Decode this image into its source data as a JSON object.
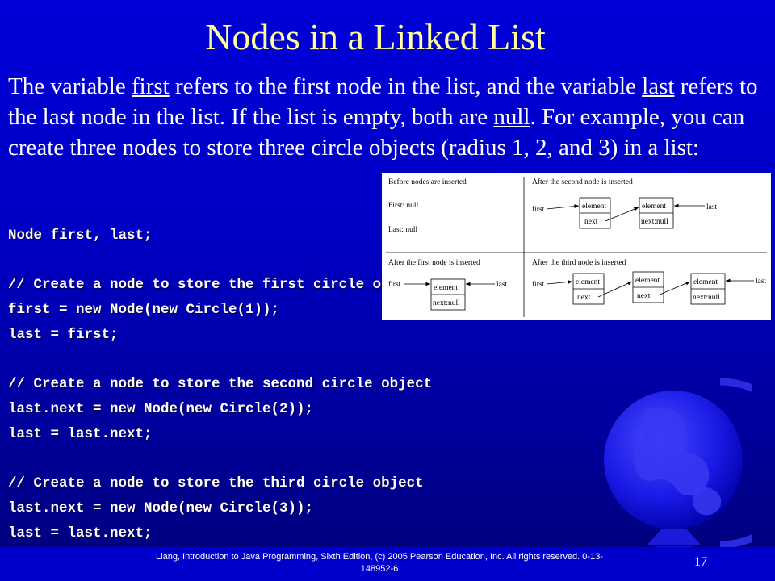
{
  "slide": {
    "title": "Nodes in a Linked List",
    "paragraph": {
      "p1": "The variable ",
      "u1": "first",
      "p2": " refers to the first node in the list, and the variable ",
      "u2": "last",
      "p3": " refers to the last node in the list. If the list is empty, both are ",
      "u3": "null",
      "p4": ". For example, you can create three nodes to store three circle objects (radius 1, 2, and 3) in a list:"
    },
    "code_lines": [
      "Node first, last;",
      "// Create a node to store the first circle object",
      "first = new Node(new Circle(1));",
      "last = first;",
      "// Create a node to store the second circle object",
      "last.next = new Node(new Circle(2));",
      "last = last.next;",
      "// Create a node to store the third circle object",
      "last.next = new Node(new Circle(3));",
      "last = last.next;"
    ],
    "diagram": {
      "before_title": "Before nodes are inserted",
      "before_first": "First: null",
      "before_last": "Last: null",
      "second_title": "After the second node is inserted",
      "first_title": "After the first node is inserted",
      "third_title": "After the third node is inserted",
      "label_first": "first",
      "label_last": "last",
      "label_element": "element",
      "label_next": "next",
      "label_next_null": "next:null"
    },
    "footer": "Liang, Introduction to Java Programming, Sixth Edition, (c) 2005 Pearson Education, Inc. All rights reserved. 0-13-148952-6",
    "page_number": "17",
    "colors": {
      "background": "#0000cc",
      "title": "#ffff99",
      "text": "#ffffff"
    },
    "icons": [
      "globe-icon"
    ]
  }
}
